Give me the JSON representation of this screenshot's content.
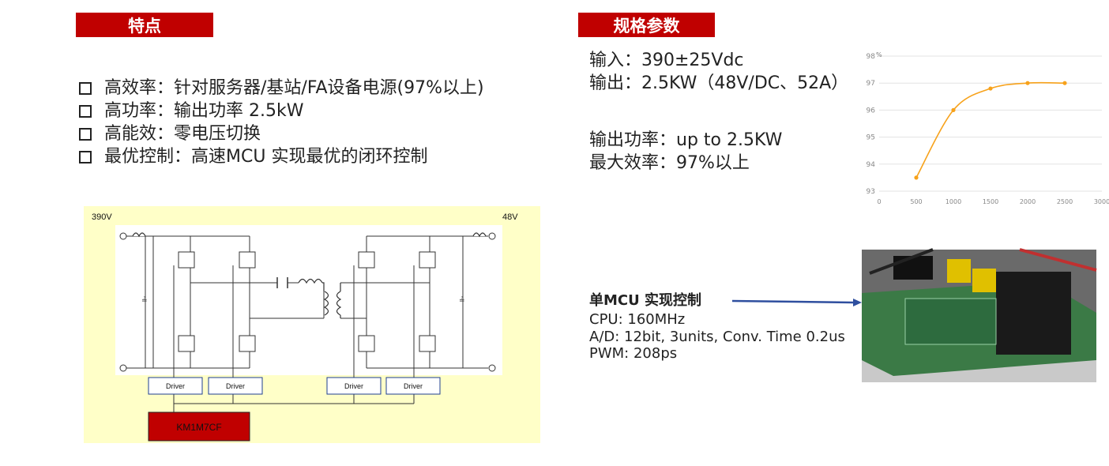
{
  "left_header": "特点",
  "right_header": "规格参数",
  "features": [
    "高效率：针对服务器/基站/FA设备电源(97%以上)",
    "高功率：输出功率 2.5kW",
    "高能效：零电压切换",
    "最优控制：高速MCU 实现最优的闭环控制"
  ],
  "specs": {
    "input": "输入：390±25Vdc",
    "output": "输出：2.5KW（48V/DC、52A）",
    "power": "输出功率：up to 2.5KW",
    "efficiency": "最大效率：97%以上"
  },
  "mcu": {
    "title": "单MCU 实现控制",
    "lines": [
      "CPU: 160MHz",
      "A/D: 12bit, 3units, Conv. Time 0.2us",
      "PWM: 208ps"
    ]
  },
  "circuit": {
    "left_voltage": "390V",
    "right_voltage": "48V",
    "driver_label": "Driver",
    "mcu_label": "KM1M7CF",
    "colors": {
      "background": "#ffffc8",
      "mcu_fill": "#c00000"
    }
  },
  "chart_data": {
    "type": "line",
    "x": [
      500,
      1000,
      1500,
      2000,
      2500
    ],
    "series": [
      {
        "values": [
          93.5,
          96.0,
          96.8,
          97.0,
          97.0
        ]
      }
    ],
    "xticks": [
      0,
      500,
      1000,
      1500,
      2000,
      2500,
      3000
    ],
    "yticks": [
      93,
      94,
      95,
      96,
      97,
      98
    ],
    "xlim": [
      0,
      3000
    ],
    "ylim": [
      93,
      98
    ],
    "yunit": "%",
    "xlabel": "",
    "ylabel": "",
    "grid": true,
    "color": "#f7a21b"
  },
  "colors": {
    "accent": "#c00000",
    "arrow": "#2f4f9f"
  }
}
